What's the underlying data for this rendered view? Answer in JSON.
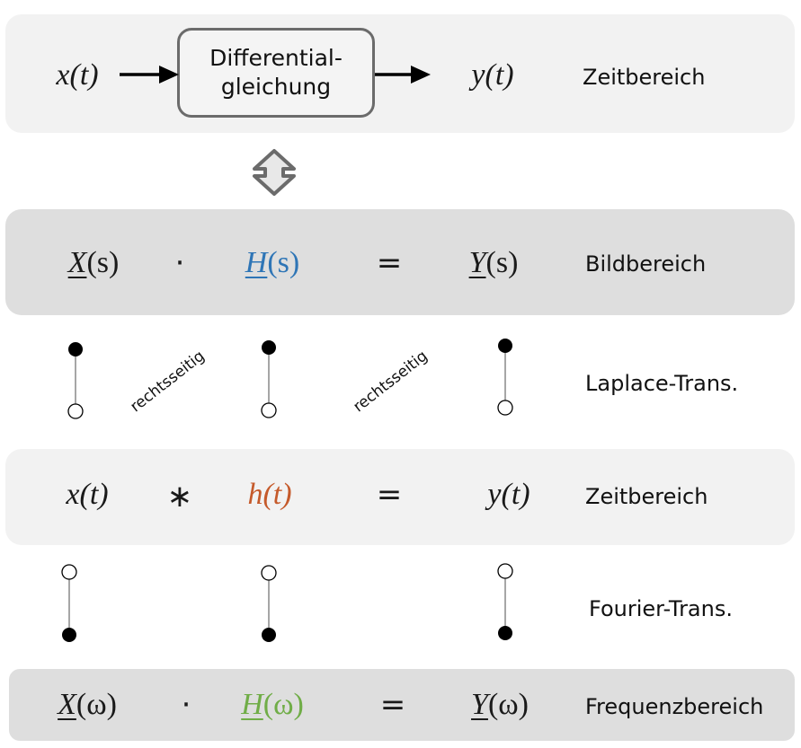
{
  "time_domain_top": {
    "input": "x(t)",
    "block_line1": "Differential-",
    "block_line2": "gleichung",
    "output": "y(t)",
    "label": "Zeitbereich"
  },
  "image_domain": {
    "X": "X",
    "X_arg": "(s)",
    "dot": "·",
    "H": "H",
    "H_arg": "(s)",
    "equals": "=",
    "Y": "Y",
    "Y_arg": "(s)",
    "label": "Bildbereich",
    "H_color": "#2e75b6"
  },
  "laplace": {
    "label": "Laplace-Trans.",
    "note_left": "rechtsseitig",
    "note_right": "rechtsseitig"
  },
  "time_domain_conv": {
    "x": "x(t)",
    "star": "∗",
    "h": "h(t)",
    "equals": "=",
    "y": "y(t)",
    "label": "Zeitbereich",
    "h_color": "#c55a2b"
  },
  "fourier": {
    "label": "Fourier-Trans."
  },
  "frequency_domain": {
    "X": "X",
    "X_arg": "(ω)",
    "dot": "·",
    "H": "H",
    "H_arg": "(ω)",
    "equals": "=",
    "Y": "Y",
    "Y_arg": "(ω)",
    "label": "Frequenzbereich",
    "H_color": "#70ad47"
  },
  "colors": {
    "band_light": "#f2f2f2",
    "band_dark": "#dedede",
    "arrow": "#6b6b6b"
  }
}
